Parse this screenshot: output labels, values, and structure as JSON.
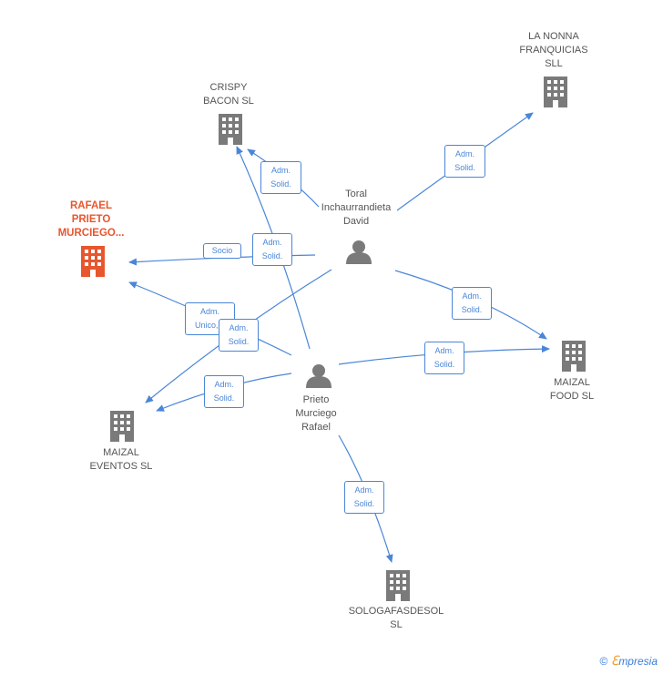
{
  "colors": {
    "edge": "#4a86d8",
    "company": "#7a7a7a",
    "main_company": "#e8562e",
    "person": "#7a7a7a"
  },
  "nodes": {
    "la_nonna": {
      "label": "LA NONNA\nFRANQUICIAS\nSLL",
      "icon": "building-icon"
    },
    "crispy": {
      "label": "CRISPY\nBACON  SL",
      "icon": "building-icon"
    },
    "rafael_co": {
      "label": "RAFAEL\nPRIETO\nMURCIEGO...",
      "icon": "building-icon"
    },
    "toral": {
      "label": "Toral\nInchaurrandieta\nDavid",
      "icon": "person-icon"
    },
    "prieto": {
      "label": "Prieto\nMurciego\nRafael",
      "icon": "person-icon"
    },
    "maizal_food": {
      "label": "MAIZAL\nFOOD  SL",
      "icon": "building-icon"
    },
    "maizal_eventos": {
      "label": "MAIZAL\nEVENTOS  SL",
      "icon": "building-icon"
    },
    "sologafas": {
      "label": "SOLOGAFASDESOL\nSL",
      "icon": "building-icon"
    }
  },
  "edges": {
    "toral_crispy": "Adm.\nSolid.",
    "toral_lanonna": "Adm.\nSolid.",
    "toral_rafael": "Socio",
    "prieto_crispy": "Adm.\nSolid.",
    "prieto_rafael": "Adm.\nUnico,...",
    "toral_eventos": "Adm.\nSolid.",
    "prieto_eventos": "Adm.\nSolid.",
    "toral_food": "Adm.\nSolid.",
    "prieto_food": "Adm.\nSolid.",
    "prieto_sologafas": "Adm.\nSolid."
  },
  "footer": {
    "copyright": "©",
    "brand_first": "ℇ",
    "brand_rest": "mpresia"
  }
}
